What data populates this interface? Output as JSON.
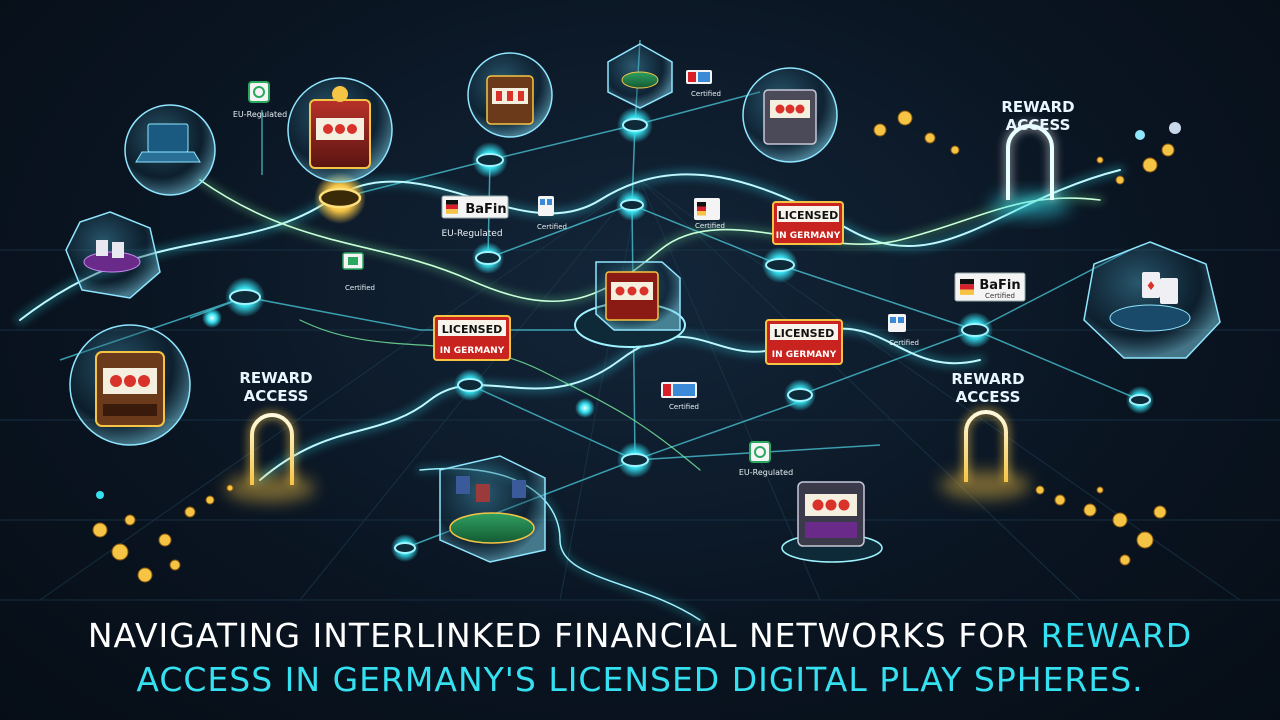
{
  "colors": {
    "background": "#0a1522",
    "network_cyan": "#35e0f0",
    "network_green": "#7cf0a0",
    "gold": "#f6c445",
    "badge_red": "#c8231e"
  },
  "caption": {
    "line1_white": "NAVIGATING INTERLINKED FINANCIAL NETWORKS FOR",
    "line1_accent": "REWARD",
    "line2_accent": "ACCESS IN GERMANY'S LICENSED DIGITAL PLAY SPHERES."
  },
  "reward_gates": [
    {
      "title": "REWARD",
      "subtitle": "ACCESS"
    },
    {
      "title": "REWARD",
      "subtitle": "ACCESS"
    },
    {
      "title": "REWARD",
      "subtitle": "ACCESS"
    }
  ],
  "badges": {
    "bafin_1": {
      "title": "BaFin",
      "subtitle": "EU-Regulated"
    },
    "bafin_2": {
      "title": "BaFin",
      "subtitle": "Certified"
    },
    "licensed_1": {
      "line1": "LICENSED",
      "line2": "IN GERMANY"
    },
    "licensed_2": {
      "line1": "LICENSED",
      "line2": "IN GERMANY"
    },
    "licensed_3": {
      "line1": "LICENSED",
      "line2": "IN GERMANY"
    },
    "eu_regulated_1": "EU-Regulated",
    "eu_regulated_2": "EU-Regulated",
    "certified_1": "Certified",
    "certified_2": "Certified",
    "certified_3": "Certified",
    "certified_4": "Certified",
    "certified_5": "Certified",
    "certified_6": "Certified"
  },
  "spheres": [
    {
      "icon": "laptop-icon"
    },
    {
      "icon": "slot-machine-icon"
    },
    {
      "icon": "slot-machine-icon"
    },
    {
      "icon": "poker-table-icon"
    },
    {
      "icon": "slot-machine-icon"
    },
    {
      "icon": "slot-machine-icon"
    },
    {
      "icon": "card-table-icon"
    },
    {
      "icon": "poker-table-icon"
    },
    {
      "icon": "slot-machine-icon"
    },
    {
      "icon": "card-table-icon"
    }
  ]
}
